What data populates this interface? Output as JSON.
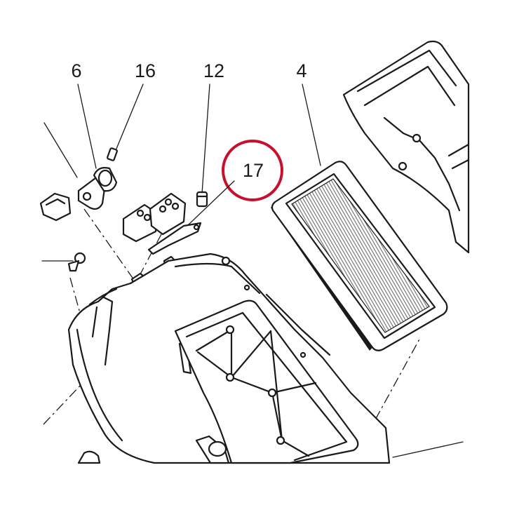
{
  "callouts": [
    {
      "id": "6",
      "label": "6"
    },
    {
      "id": "16",
      "label": "16"
    },
    {
      "id": "12",
      "label": "12"
    },
    {
      "id": "4",
      "label": "4"
    },
    {
      "id": "17",
      "label": "17"
    }
  ],
  "highlight": {
    "target": "17",
    "color": "#c8102e"
  },
  "colors": {
    "line": "#1a1a1a",
    "filter_media": "#6e6e6e",
    "background": "#ffffff"
  }
}
